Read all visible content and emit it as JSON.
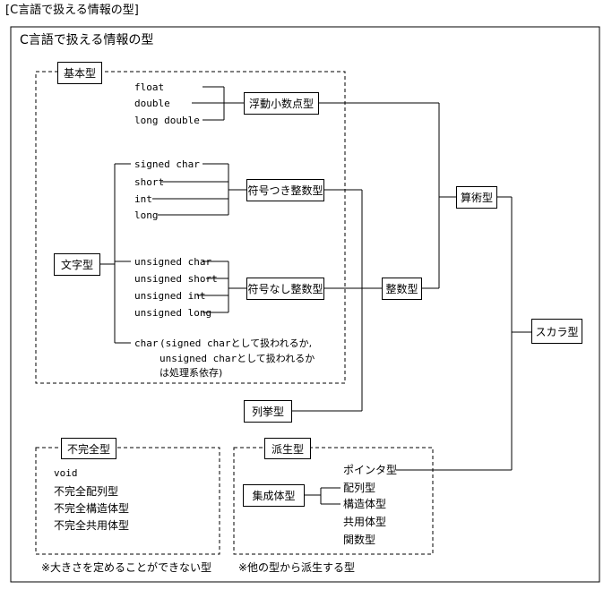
{
  "page_caption": "[C言語で扱える情報の型]",
  "frame_title": "C言語で扱える情報の型",
  "basic": {
    "label": "基本型",
    "float_types": [
      "float",
      "double",
      "long double"
    ],
    "float_box": "浮動小数点型",
    "signed_types": [
      "signed char",
      "short",
      "int",
      "long"
    ],
    "signed_box": "符号つき整数型",
    "char_box": "文字型",
    "unsigned_types": [
      "unsigned char",
      "unsigned short",
      "unsigned int",
      "unsigned long"
    ],
    "unsigned_box": "符号なし整数型",
    "char_kw": "char",
    "char_note": {
      "line1_a": "(signed char",
      "line1_b": "として扱われるか,",
      "line2_a": "unsigned char",
      "line2_b": "として扱われるか",
      "line3": "は処理系依存)"
    }
  },
  "integer_box": "整数型",
  "arithmetic_box": "算術型",
  "scalar_box": "スカラ型",
  "enum_box": "列挙型",
  "incomplete": {
    "label": "不完全型",
    "void": "void",
    "items": [
      "不完全配列型",
      "不完全構造体型",
      "不完全共用体型"
    ],
    "footnote": "※大きさを定めることができない型"
  },
  "derived": {
    "label": "派生型",
    "pointer": "ポインタ型",
    "aggregate_box": "集成体型",
    "aggregate_items": [
      "配列型",
      "構造体型"
    ],
    "others": [
      "共用体型",
      "関数型"
    ],
    "footnote": "※他の型から派生する型"
  }
}
